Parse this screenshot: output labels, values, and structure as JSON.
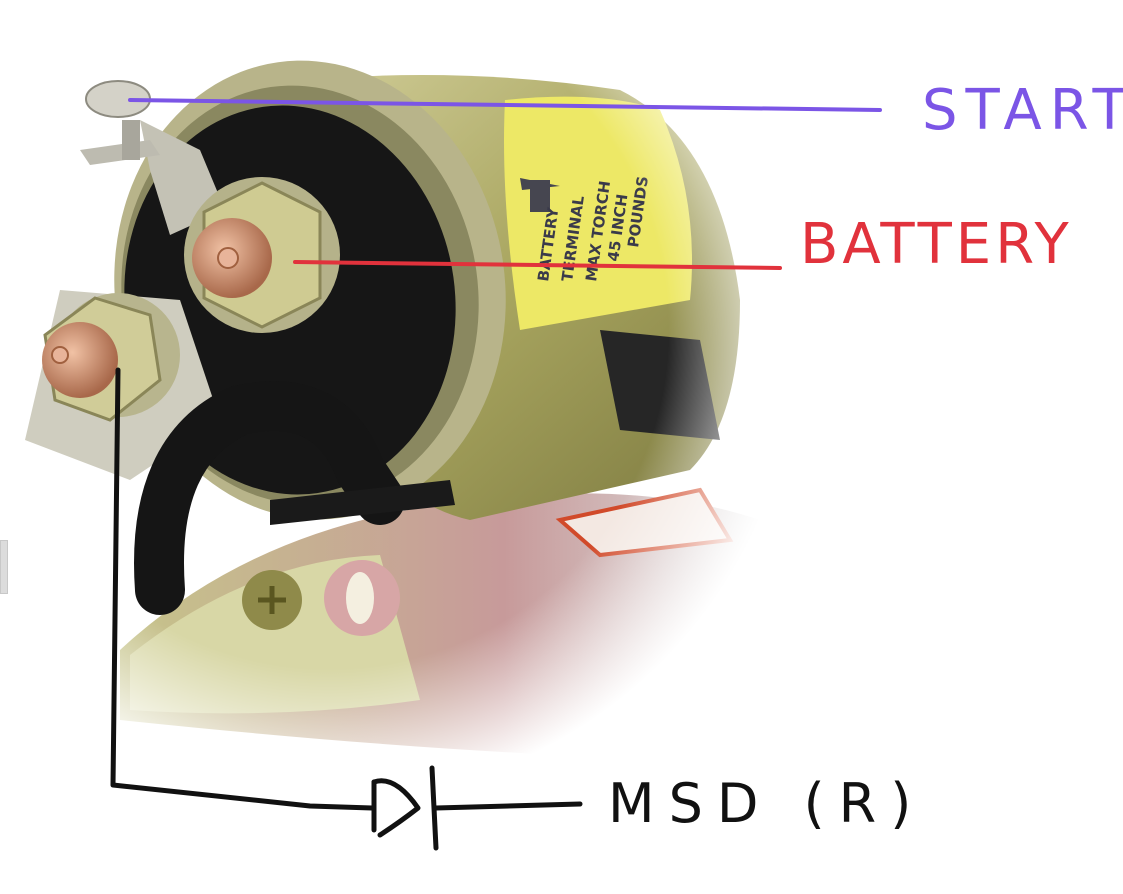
{
  "diagram": {
    "subject": "starter solenoid with wiring annotations",
    "annotations": {
      "start": {
        "label": "START",
        "color": "#7b55e6"
      },
      "battery": {
        "label": "BATTERY",
        "color": "#e1323c"
      },
      "msd": {
        "label": "MSD (R)",
        "color": "#111111",
        "symbol": "diode"
      }
    },
    "product_label": {
      "lines": [
        "BATTERY",
        "TERMINAL",
        "MAX TORCH",
        "45 INCH",
        "POUNDS"
      ],
      "background": "#ede866"
    },
    "colors": {
      "housing": "#b9b46a",
      "cap": "#1a1a1a",
      "copper": "#c98a6a",
      "nut": "#c8c48a"
    }
  }
}
